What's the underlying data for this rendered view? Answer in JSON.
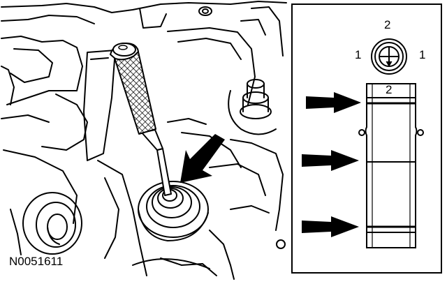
{
  "figure": {
    "id_label": "N0051611"
  },
  "inset": {
    "top_view_labels": {
      "top": "2",
      "left": "1",
      "right": "1"
    },
    "side_view_label": "2",
    "arrow_count": 3
  },
  "icons": {
    "pointer": "arrow-icon",
    "tool": "valve-lash-adjuster-tool"
  },
  "colors": {
    "ink": "#000000",
    "paper": "#ffffff"
  }
}
